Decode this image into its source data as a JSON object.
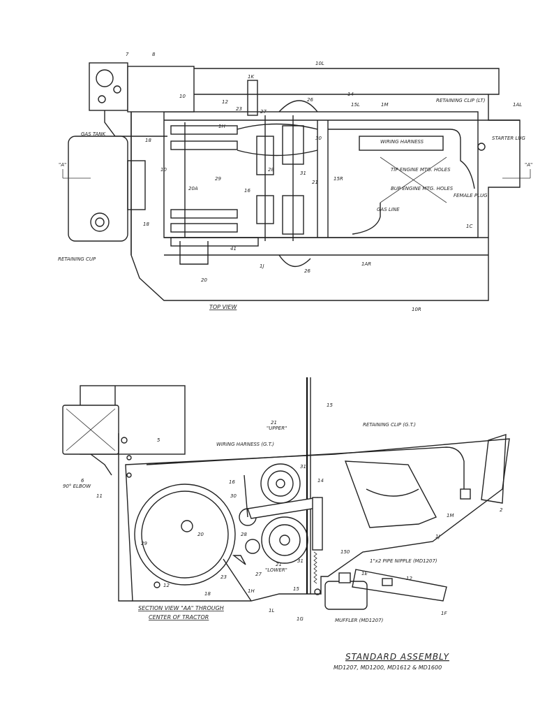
{
  "views": {
    "top": {
      "caption": "TOP VIEW",
      "labels": {
        "7": "7",
        "8": "8",
        "10L": "10L",
        "1K_top": "1K",
        "12": "12",
        "23_top": "23",
        "27": "27",
        "26_top": "26",
        "14": "14",
        "15L": "15L",
        "1M": "1M",
        "retaining_clip_lt": "RETAINING CLIP (LT)",
        "1AL": "1AL",
        "gas_tank": "GAS TANK",
        "aa_left": "\"A\"",
        "aa_right": "\"A\"",
        "10_top": "10",
        "18_top": "18",
        "1H_top": "1H",
        "wiring_harness": "WIRING HARNESS",
        "starter_lug": "STARTER LUG",
        "29": "29",
        "28": "28",
        "30": "30",
        "31": "31",
        "21": "21",
        "20A": "20A",
        "16": "16",
        "15R": "15R",
        "tip_engine": "TIP ENGINE MTG. HOLES",
        "bup_engine": "BUP ENGINE MTG. HOLES",
        "female_plug": "FEMALE PLUG",
        "gas_line": "GAS LINE",
        "1C": "1C",
        "18b": "18",
        "retaining_cup": "RETAINING CUP",
        "41": "41",
        "1J": "1J",
        "1AR": "1AR",
        "20": "20",
        "26_bottom": "26",
        "10R": "10R",
        "10b": "10"
      }
    },
    "section": {
      "caption_line1": "SECTION VIEW \"AA\" THROUGH",
      "caption_line2": "CENTER OF TRACTOR",
      "labels": {
        "15_top": "15",
        "21_upper": "21",
        "upper": "\"UPPER\"",
        "retaining_clip_gt": "RETAINING CLIP (G.T.)",
        "5": "5",
        "wiring_harness_gt": "WIRING HARNESS (G.T.)",
        "6": "6",
        "elbow": "90° ELBOW",
        "11": "11",
        "16": "16",
        "31a": "31",
        "14": "14",
        "30": "30",
        "1M": "1M",
        "2": "2",
        "20": "20",
        "28": "28",
        "29": "29",
        "1J": "1J",
        "150": "150",
        "21_lower": "21",
        "lower": "\"LOWER\"",
        "31b": "31",
        "27": "27",
        "pipe_nipple": "1\"x2 PIPE NIPPLE (MD1207)",
        "1E": "1E",
        "12a": "12",
        "12b": "12",
        "23": "23",
        "18": "18",
        "1H": "1H",
        "15b": "15",
        "1L": "1L",
        "1F": "1F",
        "1G": "1G",
        "muffler": "MUFFLER (MD1207)"
      }
    }
  },
  "title_block": {
    "title": "STANDARD ASSEMBLY",
    "models": "MD1207, MD1200, MD1612 & MD1600"
  }
}
